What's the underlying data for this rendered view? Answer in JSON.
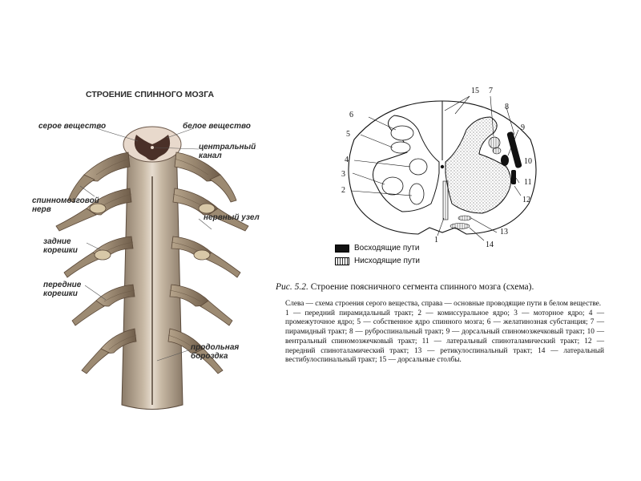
{
  "left_figure": {
    "title": "СТРОЕНИЕ СПИННОГО МОЗГА",
    "labels": {
      "gray_matter": "серое вещество",
      "white_matter": "белое вещество",
      "central_canal": "центральный канал",
      "spinal_nerve": "спинномозговой нерв",
      "nerve_ganglion": "нервный узел",
      "posterior_roots": "задние корешки",
      "anterior_roots": "передние корешки",
      "longitudinal_groove": "продольная бороздка"
    }
  },
  "right_figure": {
    "numbers": [
      "1",
      "2",
      "3",
      "4",
      "5",
      "6",
      "7",
      "8",
      "9",
      "10",
      "11",
      "12",
      "13",
      "14",
      "15"
    ],
    "legend": {
      "ascending": "Восходящие пути",
      "descending": "Нисходящие пути"
    },
    "caption_prefix": "Рис. 5.2.",
    "caption_title": "Строение поясничного сегмента спинного мозга (схема).",
    "caption_text_1": "Слева — схема строения серого вещества, справа — основные проводящие пути в белом веществе.",
    "caption_text_2": "1 — передний пирамидальный тракт; 2 — комиссуральное ядро; 3 — моторное ядро; 4 — промежуточное ядро; 5 — собственное ядро спинного мозга; 6 — желатинозная субстанция; 7 — пирамидный тракт; 8 — руброспинальный тракт; 9 — дорсальный спиномозжечковый тракт; 10 — вентральный спиномозжечковый тракт; 11 — латеральный спиноталамический тракт; 12 — передний спиноталамический тракт; 13 — ретикулоспинальный тракт; 14 — латеральный вестибулоспинальный тракт; 15 — дорсальные столбы."
  }
}
